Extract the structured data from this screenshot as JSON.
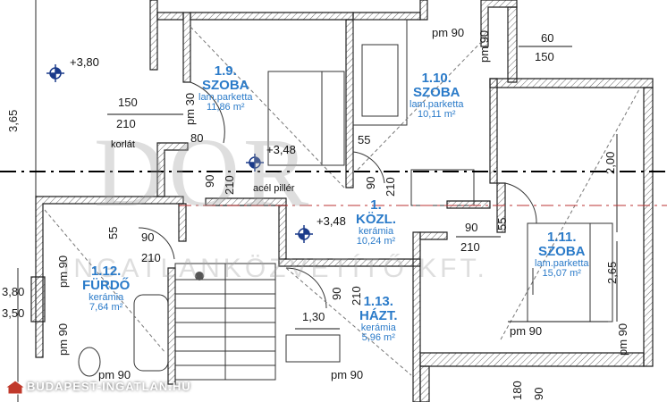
{
  "watermark": {
    "brand": "DOR",
    "subtitle": "INGATLANKÖZVETÍTŐ KFT."
  },
  "footer": {
    "text": "BUDAPEST-INGATLAN.HU"
  },
  "rooms": [
    {
      "number": "1.9.",
      "name": "SZOBA",
      "floor": "lam.parketta",
      "area": "11,86 m²"
    },
    {
      "number": "1.10.",
      "name": "SZOBA",
      "floor": "lam.parketta",
      "area": "10,11 m²"
    },
    {
      "number": "1.11.",
      "name": "SZOBA",
      "floor": "lam.parketta",
      "area": "15,07 m²"
    },
    {
      "number": "1.12.",
      "name": "FÜRDŐ",
      "floor": "kerámia",
      "area": "7,64 m²"
    },
    {
      "number": "1.13.",
      "name": "HÁZT.",
      "floor": "kerámia",
      "area": "5,96 m²"
    },
    {
      "number": "1.",
      "name": "KÖZL.",
      "floor": "kerámia",
      "area": "10,24 m²"
    }
  ],
  "levels": [
    "+3,80",
    "+3,48",
    "+3,48"
  ],
  "notes": {
    "railing": "korlát",
    "pillar": "acél pillér"
  },
  "dimensions": {
    "d150a": "150",
    "d210a": "210",
    "d80": "80",
    "d60": "60",
    "d150b": "150",
    "d90a": "90",
    "d90b": "90",
    "d90c": "90",
    "d90d": "90",
    "d90e": "90",
    "d210b": "210",
    "d210c": "210",
    "d210d": "210",
    "d210e": "210",
    "d55a": "55",
    "d55b": "55",
    "d55c": "55",
    "d130": "1,30",
    "d200": "2,00",
    "d265": "2,65",
    "d365": "3,65",
    "d380": "3,80",
    "d350": "3,50",
    "d180": "180",
    "pm90a": "pm 90",
    "pm90b": "pm 90",
    "pm90c": "pm 90",
    "pm90d": "pm 90",
    "pm30": "pm 30",
    "pm90v1": "pm 90",
    "pm90v2": "pm 90",
    "pm90v3": "pm 90",
    "pm90v4": "pm 90",
    "d90v1": "90",
    "d90v2": "90",
    "d210v1": "210"
  }
}
